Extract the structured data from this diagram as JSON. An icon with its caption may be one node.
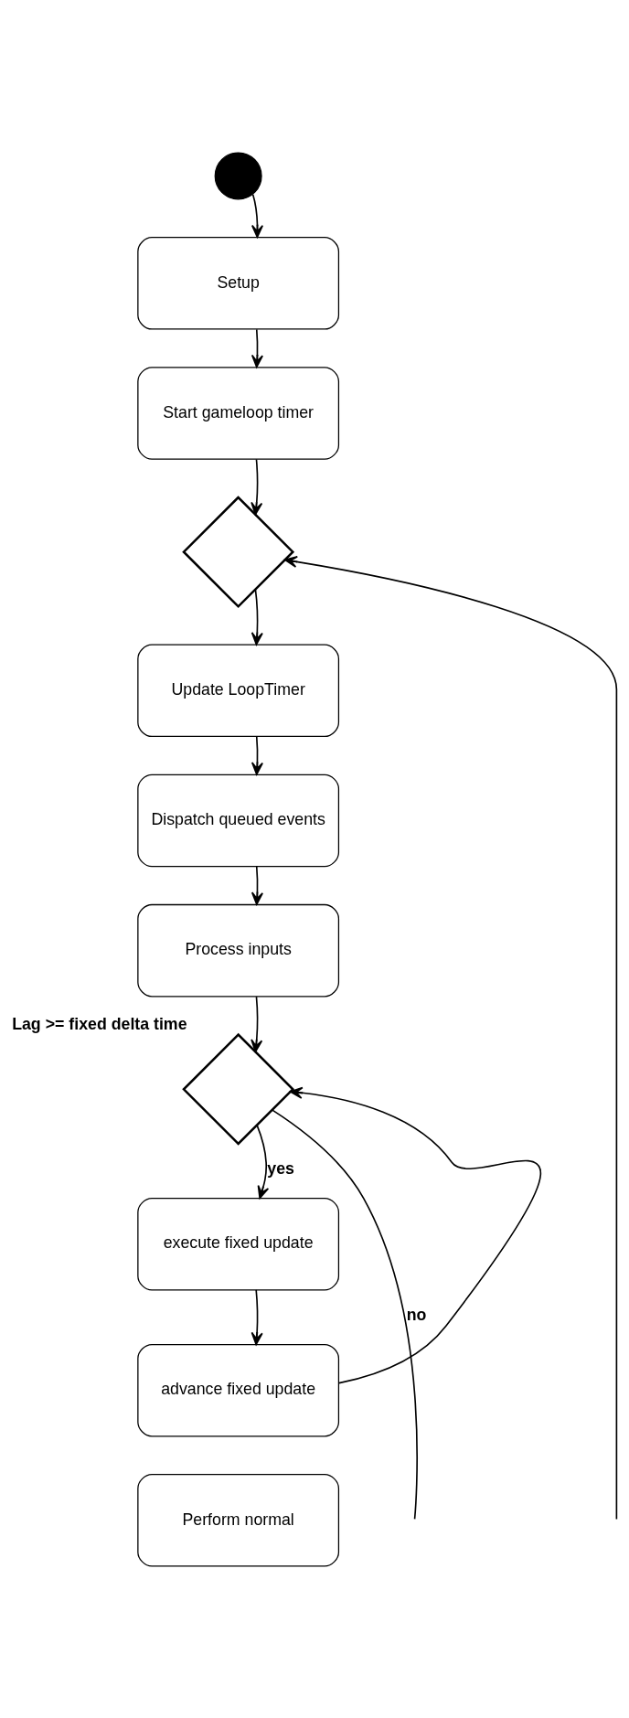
{
  "diagram": {
    "nodes": [
      {
        "text": [],
        "shape": "circle"
      },
      {
        "text": [
          "Setup"
        ]
      },
      {
        "text": [
          "Start gameloop timer"
        ]
      },
      {
        "text": [],
        "shape": "diamond"
      },
      {
        "text": [
          "Update LoopTimer"
        ]
      },
      {
        "text": [
          "Dispatch queued events"
        ]
      },
      {
        "text": [
          "Process inputs"
        ]
      },
      {
        "text": [],
        "shape": "diamond",
        "beside": [
          "Lag >= fixed delta time"
        ]
      },
      {
        "text": [
          "execute fixed update"
        ]
      },
      {
        "text": [
          "advance fixed update"
        ]
      },
      {
        "text": [
          "Perform normal"
        ]
      }
    ],
    "edges": [
      {
        "from": 0,
        "to": 1,
        "arrow": "to"
      },
      {
        "from": 1,
        "to": 2,
        "arrow": "to"
      },
      {
        "from": 2,
        "to": 3,
        "arrow": "to"
      },
      {
        "from": 3,
        "to": 4,
        "arrow": "to"
      },
      {
        "from": 4,
        "to": 5,
        "arrow": "to"
      },
      {
        "from": 5,
        "to": 6,
        "arrow": "to"
      },
      {
        "from": 6,
        "to": 7,
        "arrow": "to"
      },
      {
        "from": 7,
        "to": 8,
        "label": "yes",
        "arrow": "to"
      },
      {
        "from": 8,
        "to": 9,
        "arrow": "to"
      },
      {
        "from": 9,
        "to": 7,
        "arrow": "to"
      },
      {
        "from": 7,
        "to": null,
        "label": "no",
        "arrow": "none"
      },
      {
        "from": null,
        "to": 3,
        "arrow": "to"
      }
    ]
  }
}
